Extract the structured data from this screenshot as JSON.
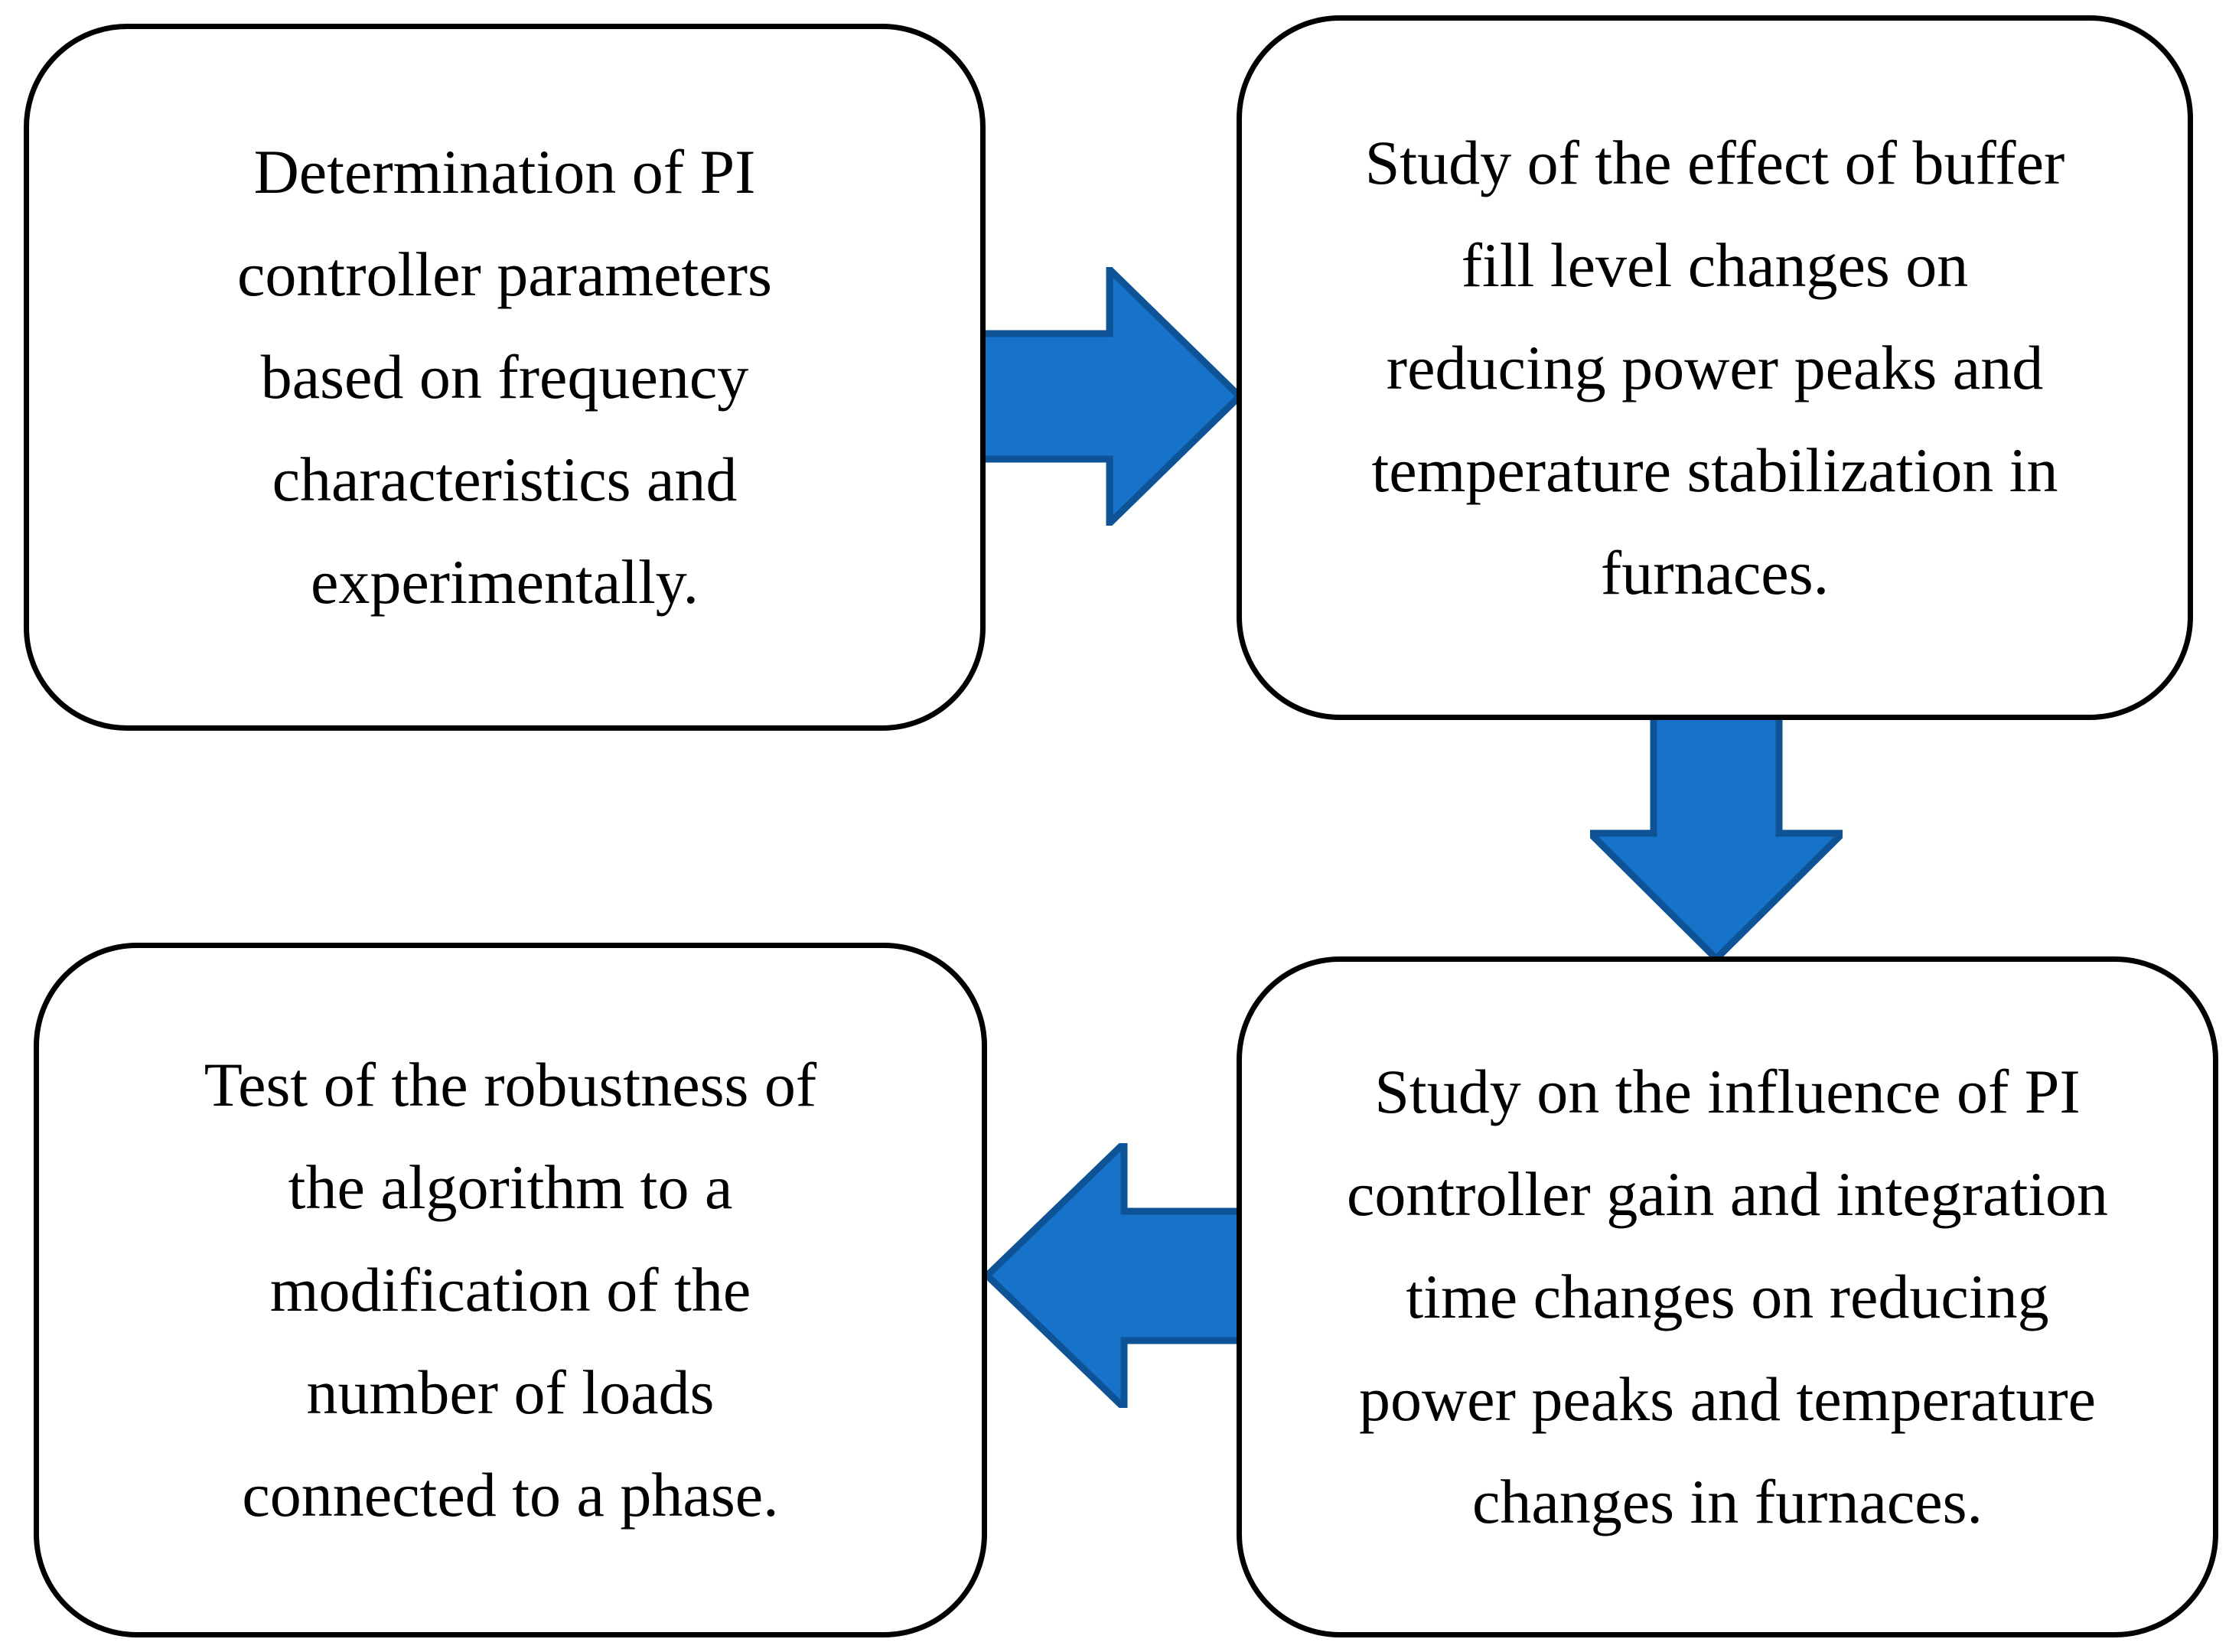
{
  "figure": {
    "background": "#FFFFFF",
    "box_border_color": "#000000",
    "text_color": "#000000",
    "arrow_fill": "#1772C9",
    "arrow_stroke": "#0D5396"
  },
  "boxes": [
    {
      "id": "determination-of-pi-parameters",
      "lines": [
        "Determination of PI",
        "controller parameters",
        "based on frequency",
        "characteristics and",
        "experimentally."
      ]
    },
    {
      "id": "buffer-fill-level-study",
      "lines": [
        "Study of the effect of buffer",
        "fill level changes on",
        "reducing power peaks and",
        "temperature stabilization in",
        "furnaces."
      ]
    },
    {
      "id": "pi-gain-integration-study",
      "lines": [
        "Study on the influence of PI",
        "controller gain and integration",
        "time changes on reducing",
        "power peaks and temperature",
        "changes in furnaces."
      ]
    },
    {
      "id": "robustness-test",
      "lines": [
        "Test of the robustness of",
        "the algorithm to a",
        "modification of the",
        "number of loads",
        "connected to a phase."
      ]
    }
  ],
  "arrows": [
    {
      "name": "arrow-step1-to-step2",
      "direction": "right"
    },
    {
      "name": "arrow-step2-to-step3",
      "direction": "down"
    },
    {
      "name": "arrow-step3-to-step4",
      "direction": "left"
    }
  ]
}
